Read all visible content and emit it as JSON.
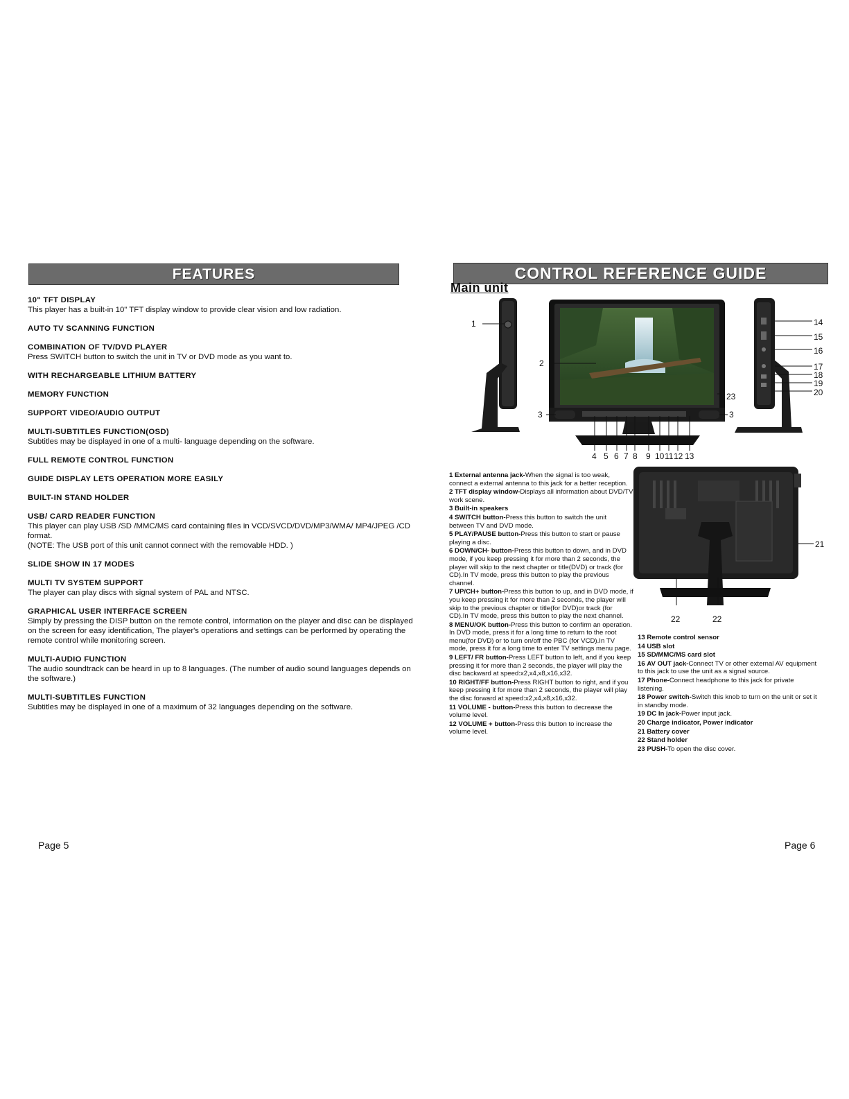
{
  "left_page": {
    "banner": "FEATURES",
    "features": [
      {
        "title": "10\" TFT DISPLAY",
        "body": "This player has a built-in 10\" TFT display window to provide clear vision and low radiation."
      },
      {
        "title": "AUTO TV SCANNING FUNCTION",
        "body": ""
      },
      {
        "title": "COMBINATION OF TV/DVD PLAYER",
        "body": "Press SWITCH button to switch the unit in TV or DVD mode as you want to."
      },
      {
        "title": "WITH RECHARGEABLE LITHIUM BATTERY",
        "body": ""
      },
      {
        "title": "MEMORY FUNCTION",
        "body": ""
      },
      {
        "title": "SUPPORT VIDEO/AUDIO OUTPUT",
        "body": ""
      },
      {
        "title": "MULTI-SUBTITLES FUNCTION(OSD)",
        "body": "Subtitles may be displayed in one of a multi- language depending on the software."
      },
      {
        "title": "FULL REMOTE CONTROL FUNCTION",
        "body": ""
      },
      {
        "title": "GUIDE DISPLAY LETS OPERATION MORE EASILY",
        "body": ""
      },
      {
        "title": "BUILT-IN STAND HOLDER",
        "body": ""
      },
      {
        "title": "USB/ CARD READER FUNCTION",
        "body": "This player can play USB /SD /MMC/MS card containing files  in VCD/SVCD/DVD/MP3/WMA/ MP4/JPEG /CD format.",
        "note": "(NOTE: The USB port of this unit cannot connect with the removable HDD. )"
      },
      {
        "title": "SLIDE SHOW  IN 17 MODES",
        "body": ""
      },
      {
        "title": "MULTI TV SYSTEM SUPPORT",
        "body": "The player can play discs with signal system of PAL and NTSC."
      },
      {
        "title": "GRAPHICAL USER INTERFACE SCREEN",
        "body": "Simply by pressing the DISP button on the remote control, information on the player and disc can be displayed on the screen for easy identification, The player's operations and settings can be performed by operating the remote control while monitoring screen."
      },
      {
        "title": "MULTI-AUDIO FUNCTION",
        "body": "The audio soundtrack can be heard in up to 8 languages. (The number of audio sound languages depends on the software.)"
      },
      {
        "title": "MULTI-SUBTITLES FUNCTION",
        "body": "Subtitles may be displayed in one of a maximum of 32 languages depending on the software."
      }
    ],
    "page_label": "Page 5"
  },
  "right_page": {
    "banner": "CONTROL REFERENCE GUIDE",
    "subtitle": "Main unit",
    "callouts": {
      "c1": "1",
      "c2": "2",
      "c3a": "3",
      "c3b": "3",
      "c23": "23",
      "c14": "14",
      "c15": "15",
      "c16": "16",
      "c17": "17",
      "c18": "18",
      "c19": "19",
      "c20": "20",
      "c21": "21",
      "c22a": "22",
      "c22b": "22",
      "bottom_row": [
        "4",
        "5",
        "6",
        "7",
        "8",
        "9",
        "10",
        "11",
        "12",
        "13"
      ]
    },
    "parts_left": [
      {
        "num": "1",
        "name": "External antenna jack-",
        "desc": "When the signal is too weak, connect a external antenna to this jack for a better reception."
      },
      {
        "num": "2",
        "name": "TFT display window-",
        "desc": "Displays all information about DVD/TV work scene."
      },
      {
        "num": "3",
        "name": "Built-in speakers",
        "desc": ""
      },
      {
        "num": "4",
        "name": "SWITCH button-",
        "desc": "Press this button to switch the unit between TV and DVD mode."
      },
      {
        "num": "5",
        "name": "PLAY/PAUSE button-",
        "desc": "Press this button to start or pause playing a disc."
      },
      {
        "num": "6",
        "name": "DOWN/CH- button-",
        "desc": "Press this button to down, and in DVD mode, if you keep pressing it for more than 2 seconds, the player will skip to the next chapter or title(DVD) or track (for CD).In TV mode, press this button to play the previous channel."
      },
      {
        "num": "7",
        "name": "UP/CH+ button-",
        "desc": "Press this button to up, and in DVD mode, if you keep pressing it for more than 2 seconds, the player will skip to the previous chapter or title(for DVD)or track (for CD).In TV mode, press this button to play the next channel."
      },
      {
        "num": "8",
        "name": "MENU/OK button-",
        "desc": "Press this button to confirm an operation. In DVD mode, press it for a long time to return to the root menu(for DVD) or to turn on/off the PBC (for VCD).In TV mode, press it for a long time to enter TV settings menu page."
      },
      {
        "num": "9",
        "name": "LEFT/ FR button-",
        "desc": "Press LEFT button to left, and if you keep pressing it for more than 2 seconds, the player will play the disc backward at speed:x2,x4,x8,x16,x32."
      },
      {
        "num": "10",
        "name": "RIGHT/FF button-",
        "desc": "Press RIGHT button to right, and if you keep pressing it for more than 2 seconds, the player will play the disc forward at speed:x2,x4,x8,x16,x32."
      },
      {
        "num": "11",
        "name": "VOLUME - button-",
        "desc": "Press this button to decrease the volume level."
      },
      {
        "num": "12",
        "name": "VOLUME + button-",
        "desc": "Press this button to increase the volume level."
      }
    ],
    "parts_right": [
      {
        "num": "13",
        "name": "Remote control sensor",
        "desc": ""
      },
      {
        "num": "14",
        "name": "USB slot",
        "desc": ""
      },
      {
        "num": "15",
        "name": "SD/MMC/MS card slot",
        "desc": ""
      },
      {
        "num": "16",
        "name": "AV OUT jack-",
        "desc": "Connect TV or other external AV equipment to this jack to use the unit as a signal source."
      },
      {
        "num": "17",
        "name": "Phone-",
        "desc": "Connect headphone to this jack for private listening."
      },
      {
        "num": "18",
        "name": "Power switch-",
        "desc": "Switch this knob to turn on the unit or set it in standby mode."
      },
      {
        "num": "19",
        "name": "DC In jack-",
        "desc": "Power input jack."
      },
      {
        "num": "20",
        "name": "Charge indicator, Power indicator",
        "desc": ""
      },
      {
        "num": "21",
        "name": "Battery cover",
        "desc": ""
      },
      {
        "num": "22",
        "name": "Stand holder",
        "desc": ""
      },
      {
        "num": "23",
        "name": "PUSH-",
        "desc": "To open the disc cover."
      }
    ],
    "page_label": "Page 6"
  }
}
